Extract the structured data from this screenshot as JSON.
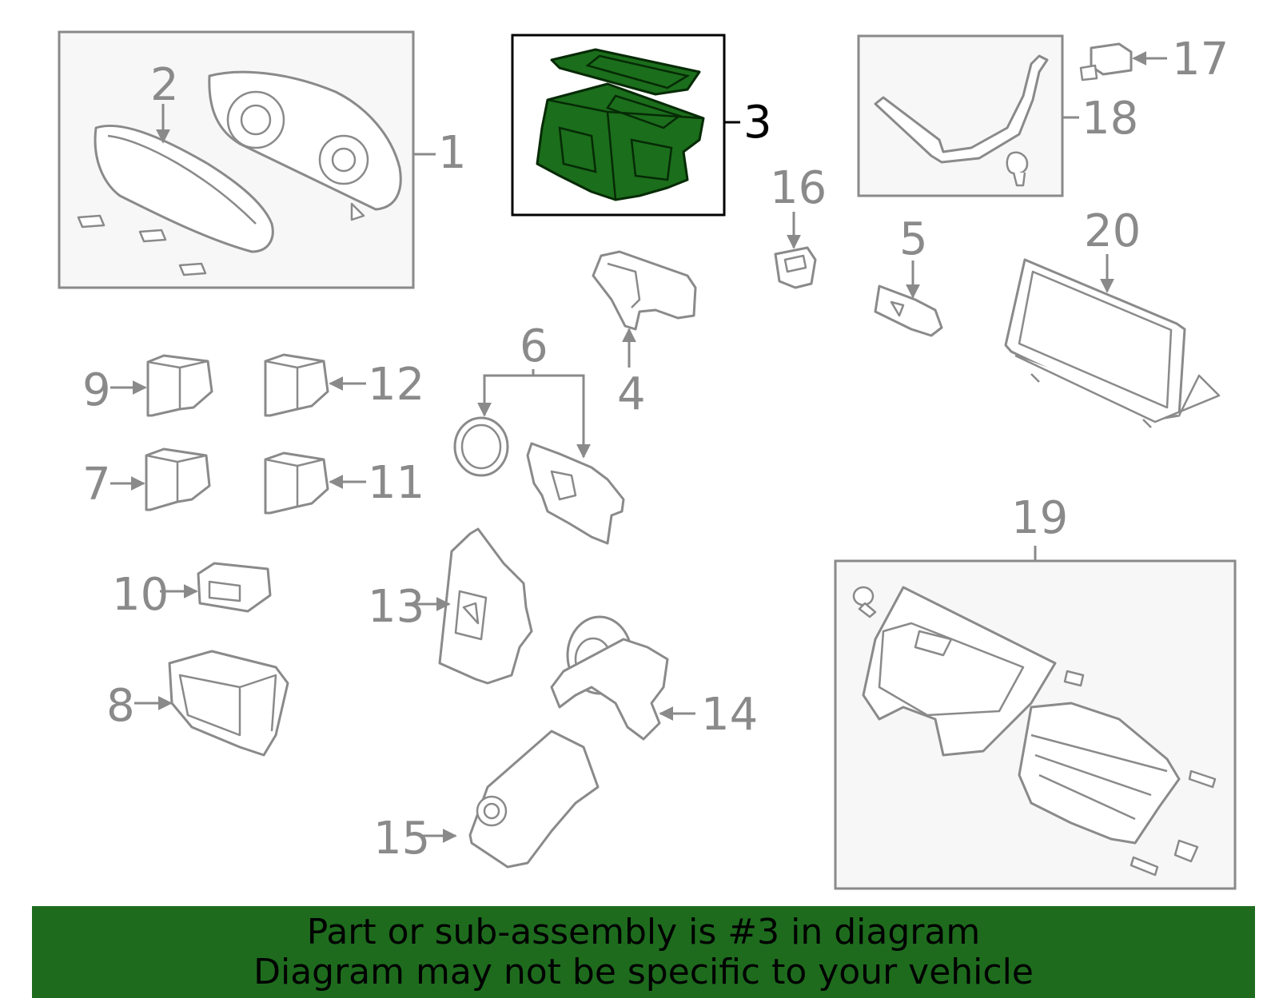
{
  "diagram": {
    "highlighted_part": "3",
    "highlight_color": "#1e6b1e",
    "callouts": {
      "c1": "1",
      "c2": "2",
      "c3": "3",
      "c4": "4",
      "c5": "5",
      "c6": "6",
      "c7": "7",
      "c8": "8",
      "c9": "9",
      "c10": "10",
      "c11": "11",
      "c12": "12",
      "c13": "13",
      "c14": "14",
      "c15": "15",
      "c16": "16",
      "c17": "17",
      "c18": "18",
      "c19": "19",
      "c20": "20"
    }
  },
  "banner": {
    "line1": "Part or sub-assembly is #3 in diagram",
    "line2": "Diagram may not be specific to your vehicle"
  }
}
